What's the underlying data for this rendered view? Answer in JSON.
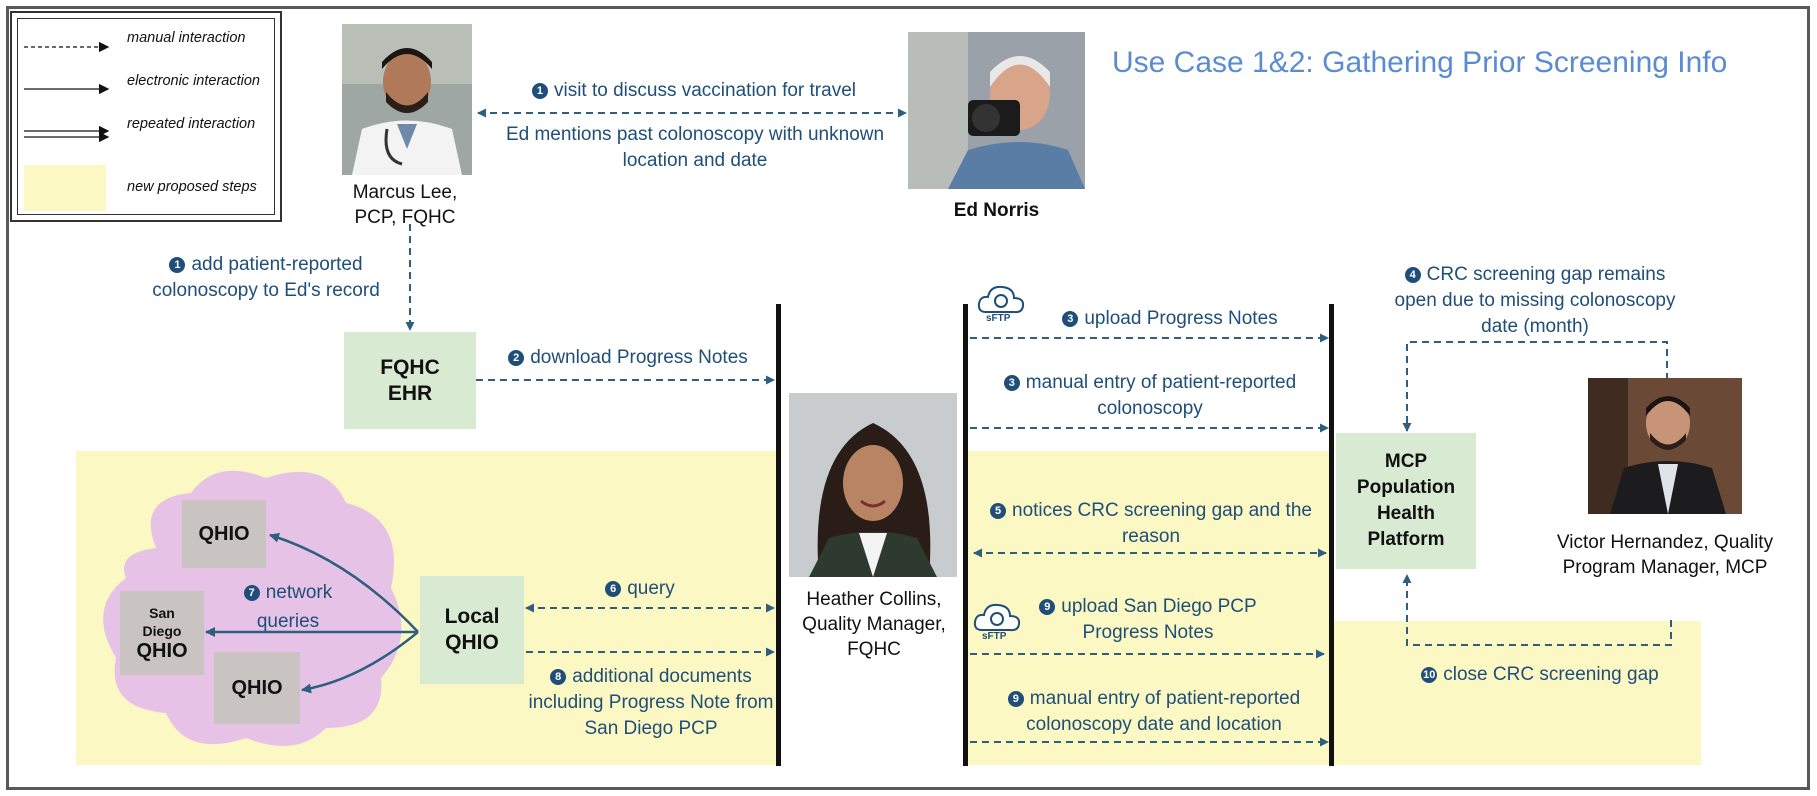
{
  "legend": {
    "manual": "manual interaction",
    "electronic": "electronic interaction",
    "repeated": "repeated interaction",
    "new_steps": "new proposed steps"
  },
  "title": "Use Case 1&2: Gathering Prior Screening Info",
  "people": {
    "marcus": "Marcus Lee, PCP, FQHC",
    "ed": "Ed Norris",
    "heather": "Heather Collins, Quality Manager, FQHC",
    "victor": "Victor Hernandez, Quality Program Manager, MCP"
  },
  "boxes": {
    "fqhc_ehr": "FQHC EHR",
    "local_qhio": "Local QHIO",
    "mcp": "MCP Population Health Platform",
    "qhio1": "QHIO",
    "qhio2": "QHIO",
    "sd_small": "San Diego",
    "sd_big": "QHIO"
  },
  "steps": {
    "s1_visit": "visit to discuss vaccination for travel",
    "s1_mention": "Ed mentions past colonoscopy with unknown location and date",
    "s1_add": "add patient-reported colonoscopy to Ed's record",
    "s2_download": "download Progress Notes",
    "s3_upload": "upload Progress Notes",
    "s3_manual": "manual entry of patient-reported colonoscopy",
    "s4_gap": "CRC screening gap remains open due to missing colonoscopy date (month)",
    "s5_notice": "notices CRC screening gap and the reason",
    "s6_query": "query",
    "s7_network": "network queries",
    "s8_docs": "additional documents including Progress Note from San Diego PCP",
    "s9_upload": "upload San Diego PCP Progress Notes",
    "s9_manual": "manual entry of patient-reported colonoscopy date and location",
    "s10_close": "close CRC screening gap"
  },
  "step_numbers": {
    "n1": "❶",
    "n2": "❷",
    "n3": "❸",
    "n4": "❹",
    "n5": "❺",
    "n6": "❻",
    "n7": "❼",
    "n8": "❽",
    "n9": "❾",
    "n10": "❿"
  },
  "sftp_label": "sFTP",
  "colors": {
    "arrow": "#2e5f7f",
    "annotation": "#1f4e79",
    "title": "#5b8bd0",
    "new_steps": "#fbf8c3",
    "box_green": "#d9ead3",
    "cloud": "#e6c3e6"
  }
}
